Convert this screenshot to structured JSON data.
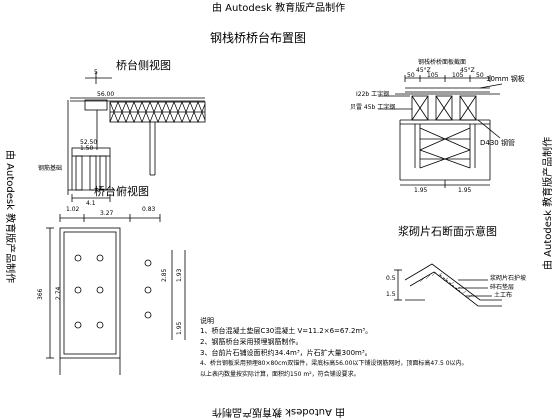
{
  "watermark": {
    "top": "由 Autodesk 教育版产品制作",
    "bottom": "由 Autodesk 教育版产品制作",
    "left": "由 Autodesk 教育版产品制作",
    "right": "由 Autodesk 教育版产品制作"
  },
  "titles": {
    "main": "钢栈桥桥台布置图",
    "side_view": "桥台侧视图",
    "plan_view": "桥台俯视图",
    "masonry": "浆砌片石断面示意图"
  },
  "side_view": {
    "dim_top": "5",
    "elev": "56.00",
    "dim_a": "52.50",
    "dim_b": "1.50",
    "label_found": "钢筋基础",
    "dim_bottom": "4.1"
  },
  "section": {
    "label_top": "钢栈桥桥面板截面",
    "angle_l": "45°Z",
    "angle_r": "45°Z",
    "dims": [
      "50",
      "105",
      "105",
      "50"
    ],
    "beam": "I22b 工字钢",
    "beam2": "贝雷 45b 工字钢",
    "thk": "10mm 钢板",
    "pile": "D430 钢管",
    "dims_bottom": [
      "1.95",
      "1.95"
    ]
  },
  "plan_view": {
    "dim_top_left": "1.02",
    "dim_top_mid": "3.27",
    "dim_top_right": "0.83",
    "dim_left": "366",
    "dim_inner": "2.74",
    "dim_r1": "2.85",
    "dim_r2": "1.93",
    "dim_r3": "1.95"
  },
  "masonry": {
    "d1": "0.5",
    "d2": "1.5",
    "label1": "浆砌片石护坡",
    "label2": "碎石垫层",
    "label3": "土工布"
  },
  "notes": {
    "heading": "说明",
    "lines": [
      "1、桥台混凝土垫层C30混凝土 V=11.2×6=67.2m³。",
      "2、钢筋桥台采用预埋钢筋制作。",
      "3、台前片石铺设面积约34.4m³，片石扩大量300m³。",
      "4、桥台钢板采用预埋80×80cm双锚件，梁底标高56.00以下铺设钢筋网时，顶面标高47.5 0以内。",
      "以上表内数量按实际计算，面积约150 m²，符合铺设要求。"
    ]
  }
}
